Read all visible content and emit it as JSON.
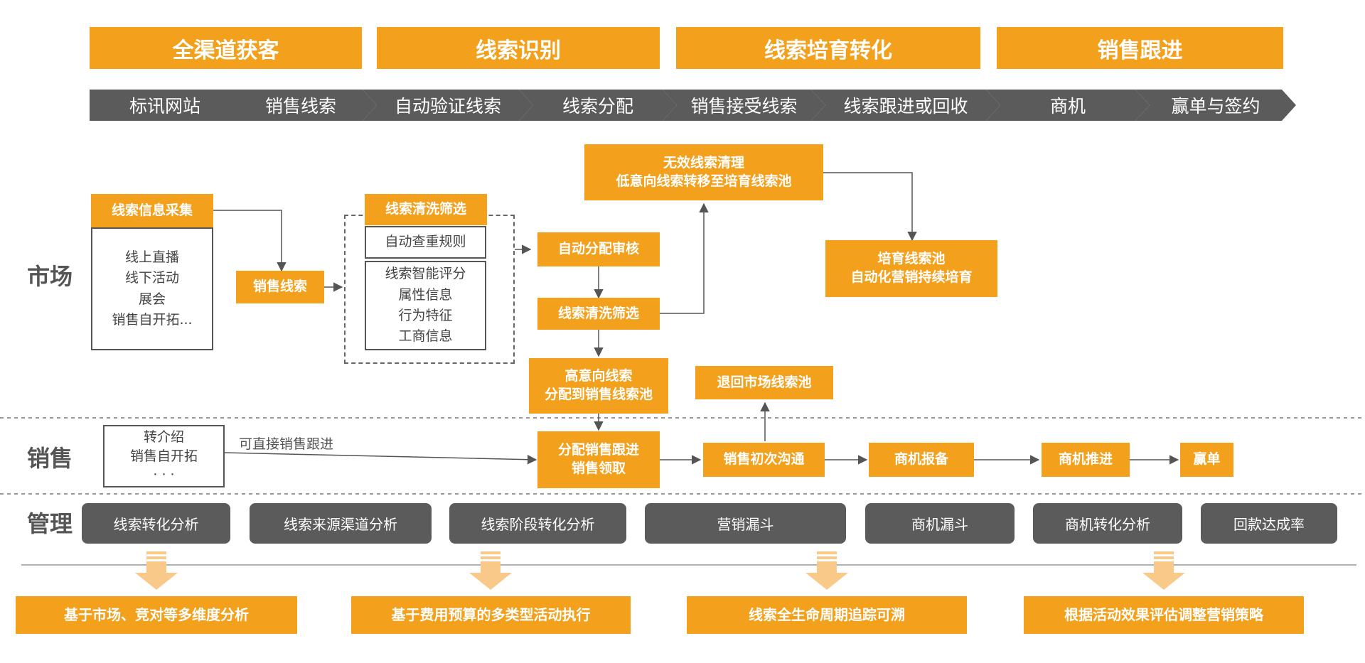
{
  "phases": [
    "全渠道获客",
    "线索识别",
    "线索培育转化",
    "销售跟进"
  ],
  "steps": [
    "标讯网站",
    "销售线索",
    "自动验证线索",
    "线索分配",
    "销售接受线索",
    "线索跟进或回收",
    "商机",
    "赢单与签约"
  ],
  "lanes": {
    "market": "市场",
    "sales": "销售",
    "manage": "管理"
  },
  "market": {
    "collect_title": "线索信息采集",
    "collect_items": [
      "线上直播",
      "线下活动",
      "展会",
      "销售自开拓..."
    ],
    "sales_lead": "销售线索",
    "clean_title": "线索清洗筛选",
    "dedup_rule": "自动查重规则",
    "scoring_items": [
      "线索智能评分",
      "属性信息",
      "行为特征",
      "工商信息"
    ],
    "auto_assign": "自动分配审核",
    "clean2": "线索清洗筛选",
    "invalid": [
      "无效线索清理",
      "低意向线索转移至培育线索池"
    ],
    "nurture_pool": [
      "培育线索池",
      "自动化营销持续培育"
    ],
    "high_intent": [
      "高意向线索",
      "分配到销售线索池"
    ],
    "return_pool": "退回市场线索池"
  },
  "sales": {
    "source_items": [
      "转介绍",
      "销售自开拓",
      "· · ·"
    ],
    "direct_note": "可直接销售跟进",
    "assign": [
      "分配销售跟进",
      "销售领取"
    ],
    "first_contact": "销售初次沟通",
    "opportunity_report": "商机报备",
    "opportunity_push": "商机推进",
    "win": "赢单"
  },
  "manage": {
    "pills": [
      "线索转化分析",
      "线索来源渠道分析",
      "线索阶段转化分析",
      "营销漏斗",
      "商机漏斗",
      "商机转化分析",
      "回款达成率"
    ]
  },
  "bottom": [
    "基于市场、竞对等多维度分析",
    "基于费用预算的多类型活动执行",
    "线索全生命周期追踪可溯",
    "根据活动效果评估调整营销策略"
  ],
  "colors": {
    "accent": "#F3A01D",
    "dark": "#5B5B5B",
    "arrow_light": "#F9C98A"
  }
}
